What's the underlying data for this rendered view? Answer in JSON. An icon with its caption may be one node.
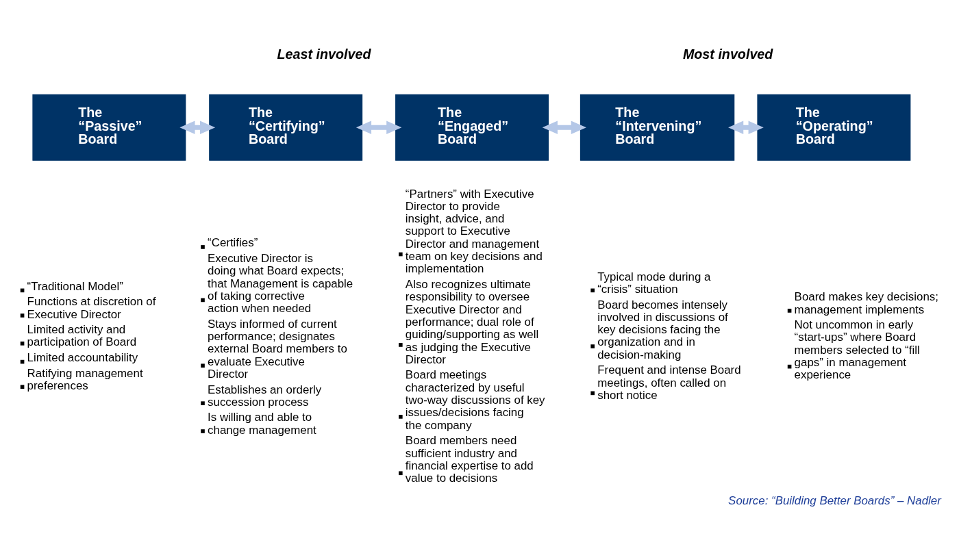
{
  "diagram": {
    "caption": "Source: “Building Better Boards” – Nadler",
    "nodes": [
      {
        "text": [
          "The “Passive” Board"
        ],
        "beside": [
          "“Traditional Model”",
          "Functions at discretion of Executive Director",
          "Limited activity and participation of Board",
          "Limited accountability",
          "Ratifying management preferences"
        ]
      },
      {
        "text": [
          "The “Certifying” Board"
        ],
        "beside": [
          "“Certifies”",
          "Executive Director is doing what Board expects; that Management is capable of taking corrective action when needed",
          "Stays informed of current performance; designates external Board members to evaluate Executive Director",
          "Establishes an orderly succession process",
          "Is willing and able to change management"
        ]
      },
      {
        "text": [
          "The “Engaged” Board"
        ],
        "beside": [
          "“Partners” with Executive Director to provide insight, advice, and support to Executive Director and management team on key decisions and implementation",
          "Also recognizes ultimate responsibility to oversee Executive Director and performance; dual role of guiding/supporting as well as judging the Executive Director",
          "Board meetings characterized by useful two-way discussions of key issues/decisions facing the company",
          "Board members need sufficient industry and financial expertise to add value to decisions"
        ]
      },
      {
        "text": [
          "The “Intervening” Board"
        ],
        "beside": [
          "Typical mode during a “crisis” situation",
          "Board becomes intensely involved in discussions of key decisions facing the organization and in decision-making",
          "Frequent and intense Board meetings, often called on short notice"
        ]
      },
      {
        "text": [
          "The “Operating” Board"
        ],
        "beside": [
          "Board makes key decisions; management implements",
          "Not uncommon in early “start-ups” where Board members selected to “fill gaps” in management experience"
        ]
      }
    ],
    "edges": [
      {
        "from": 0,
        "to": 1,
        "arrow": "both"
      },
      {
        "from": 1,
        "to": 2,
        "arrow": "both"
      },
      {
        "from": 2,
        "to": 3,
        "arrow": "both"
      },
      {
        "from": 3,
        "to": 4,
        "arrow": "both"
      }
    ],
    "labels": [
      "Least involved",
      "Most involved"
    ]
  }
}
